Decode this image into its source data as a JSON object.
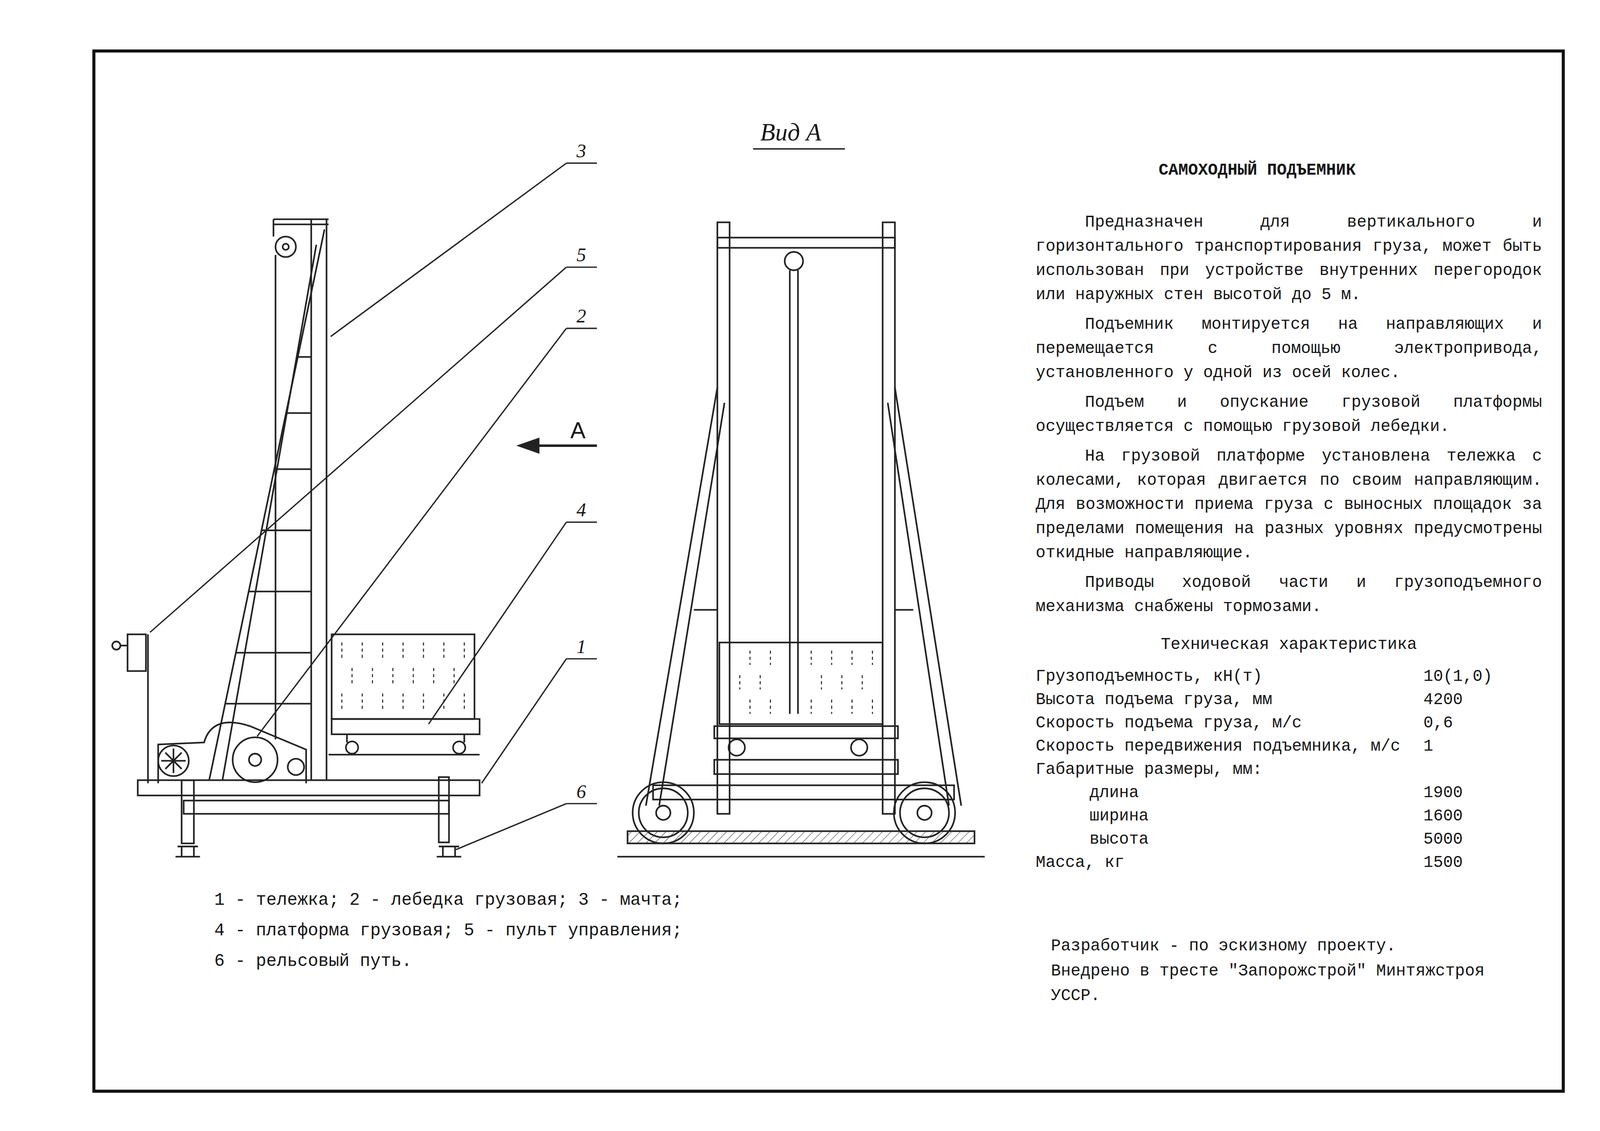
{
  "diagram": {
    "title": "САМОХОДНЫЙ ПОДЪЕМНИК",
    "labels": [
      "Вид А",
      "3",
      "5",
      "2",
      "А",
      "4",
      "1",
      "6",
      "Предназначен для вертикального и горизонтального транспортирования груза, может быть использован при устройстве внутренних перегородок или наружных стен высотой до 5 м.",
      "Подъемник монтируется на направляющих и перемещается с помощью электропривода, установленного у одной из осей колес.",
      "Подъем и опускание грузовой платформы осуществляется с помощью грузовой лебедки.",
      "На грузовой платформе установлена тележка с колесами, которая двигается по своим направляющим. Для возможности приема груза с выносных площадок за пределами помещения на разных уровнях предусмотрены откидные направляющие.",
      "Приводы ходовой части и грузоподъемного механизма снабжены тормозами.",
      "Техническая характеристика",
      "Грузоподъемность, кН(т)",
      "10(1,0)",
      "Высота подъема груза, мм",
      "4200",
      "Скорость подъема груза, м/с",
      "0,6",
      "Скорость передвижения подъемника, м/с",
      "1",
      "Габаритные размеры, мм:",
      "длина",
      "1900",
      "ширина",
      "1600",
      "высота",
      "5000",
      "Масса, кг",
      "1500",
      "1 - тележка; 2 - лебедка грузовая; 3 - мачта;",
      "4 - платформа грузовая; 5 - пульт управления;",
      "6 - рельсовый путь.",
      "Разработчик - по эскизному проекту.",
      "Внедрено в тресте \"Запорожстрой\" Минтяжстроя",
      "УССР."
    ]
  }
}
